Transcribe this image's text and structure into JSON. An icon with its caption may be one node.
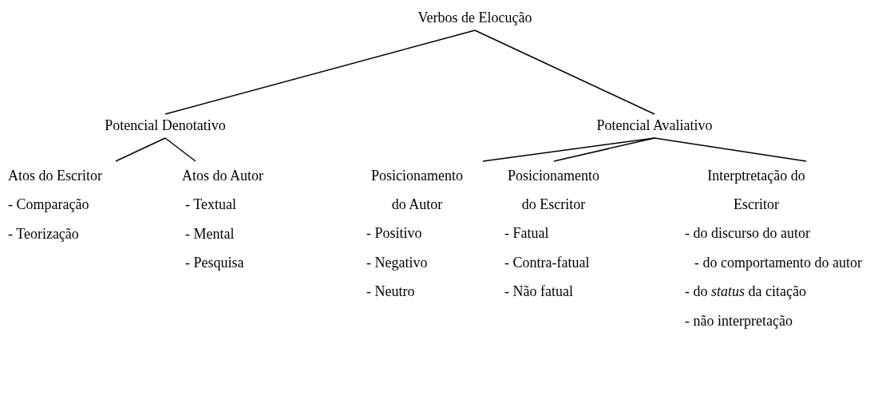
{
  "diagram": {
    "nodes": [
      {
        "text": [
          "Verbos de Elocução"
        ]
      },
      {
        "text": [
          "Potencial Denotativo"
        ]
      },
      {
        "text": [
          "Potencial Avaliativo"
        ]
      },
      {
        "text": [
          "Atos do Escritor",
          "- Comparação",
          "- Teorização"
        ]
      },
      {
        "text": [
          "Atos do Autor",
          "- Textual",
          "- Mental",
          "- Pesquisa"
        ]
      },
      {
        "text": [
          "Posicionamento do Autor",
          "- Positivo",
          "- Negativo",
          "- Neutro"
        ]
      },
      {
        "text": [
          "Posicionamento do Escritor",
          "- Fatual",
          "- Contra-fatual",
          "- Não fatual"
        ]
      },
      {
        "text": [
          "Interptretação do Escritor",
          "- do discurso do autor",
          "- do comportamento do autor",
          "- do *status* da citação",
          "- não interpretação"
        ]
      }
    ],
    "edges": [
      {
        "from": 0,
        "to": 1,
        "arrow": "none"
      },
      {
        "from": 0,
        "to": 2,
        "arrow": "none"
      },
      {
        "from": 1,
        "to": 3,
        "arrow": "none"
      },
      {
        "from": 1,
        "to": 4,
        "arrow": "none"
      },
      {
        "from": 2,
        "to": 5,
        "arrow": "none"
      },
      {
        "from": 2,
        "to": 6,
        "arrow": "none"
      },
      {
        "from": 2,
        "to": 7,
        "arrow": "none"
      }
    ]
  }
}
